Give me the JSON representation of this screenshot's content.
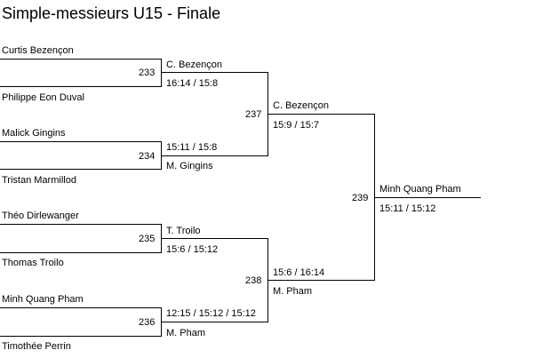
{
  "title": "Simple-messieurs U15 - Finale",
  "round1": [
    {
      "top": "Curtis Bezençon",
      "bottom": "Philippe Eon Duval",
      "match": "233",
      "winner": "C. Bezençon",
      "score": "16:14 / 15:8"
    },
    {
      "top": "Malick Gingins",
      "bottom": "Tristan Marmillod",
      "match": "234",
      "winner": "M. Gingins",
      "score": "15:11 / 15:8"
    },
    {
      "top": "Théo Dirlewanger",
      "bottom": "Thomas Troilo",
      "match": "235",
      "winner": "T. Troilo",
      "score": "15:6 / 15:12"
    },
    {
      "top": "Minh Quang Pham",
      "bottom": "Timothée Perrin",
      "match": "236",
      "winner": "M. Pham",
      "score": "12:15 / 15:12 / 15:12"
    }
  ],
  "round2": [
    {
      "match": "237",
      "winner": "C. Bezençon",
      "score": "15:9 / 15:7"
    },
    {
      "match": "238",
      "winner": "M. Pham",
      "score": "15:6 / 16:14"
    }
  ],
  "final": {
    "match": "239",
    "winner": "Minh Quang Pham",
    "score": "15:11 / 15:12"
  }
}
